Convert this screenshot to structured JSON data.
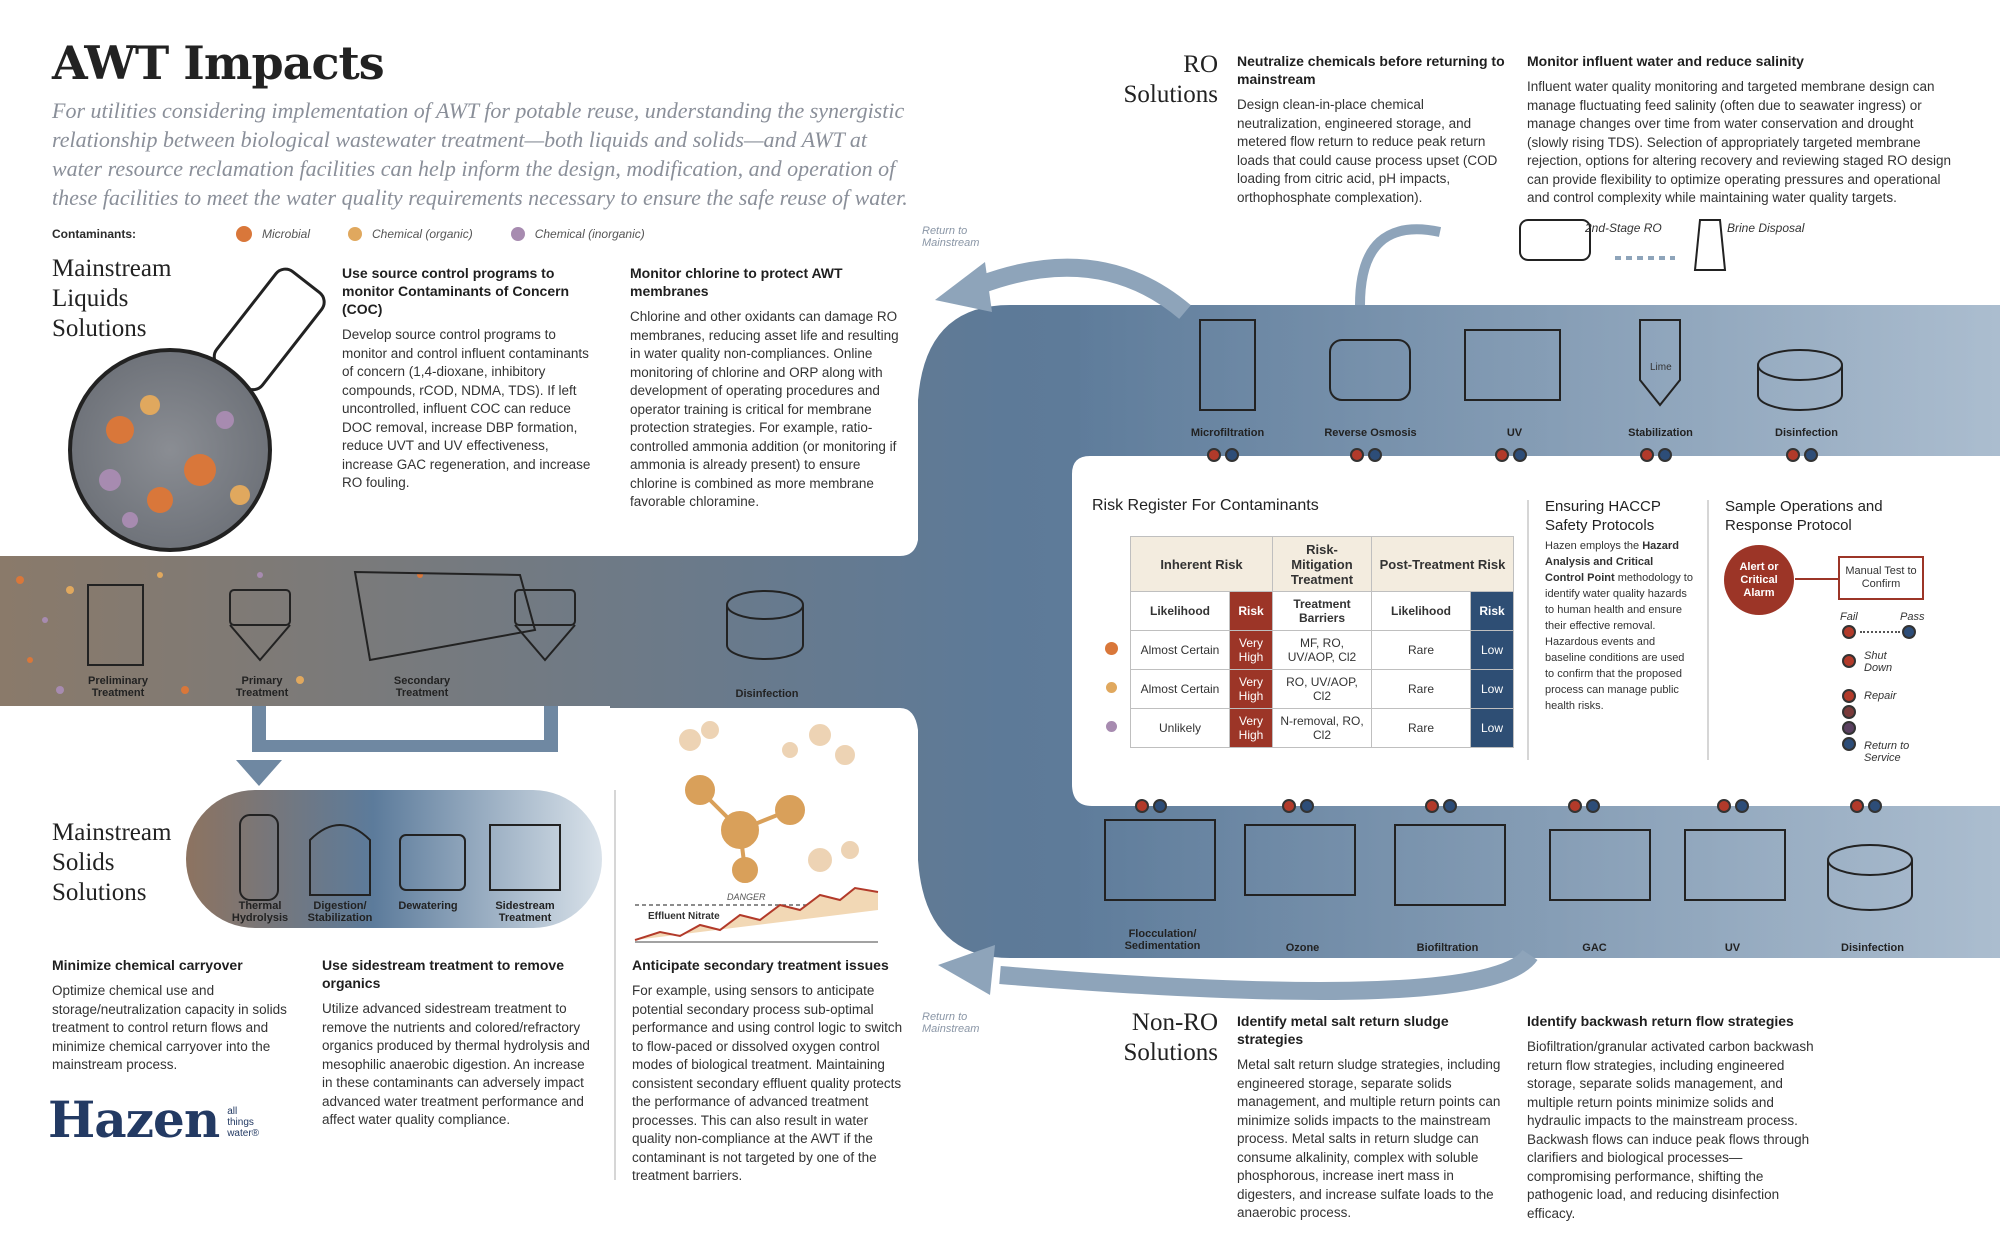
{
  "header": {
    "title": "AWT Impacts",
    "intro": "For utilities considering implementation of AWT for potable reuse, understanding the synergistic relationship between biological wastewater treatment—both liquids and solids—and AWT at water resource reclamation facilities can help inform the design, modification, and operation of these facilities to meet the water quality requirements necessary to ensure the safe reuse of water."
  },
  "legend": {
    "label": "Contaminants:",
    "microbial": "Microbial",
    "organic": "Chemical (organic)",
    "inorganic": "Chemical (inorganic)"
  },
  "colors": {
    "orange": "#d9773a",
    "tan": "#e0a85e",
    "purple": "#a78bb0",
    "navy": "#2e4e74",
    "red": "#9c3527",
    "steel": "#6a86a3"
  },
  "liquids": {
    "title_1": "Mainstream",
    "title_2": "Liquids",
    "title_3": "Solutions",
    "col1_head": "Use source control programs to monitor Contaminants of Concern (COC)",
    "col1_body": "Develop source control programs to monitor and control influent contaminants of concern (1,4-dioxane, inhibitory compounds, rCOD, NDMA, TDS). If left uncontrolled, influent COC can reduce DOC removal, increase DBP formation, reduce UVT and UV effectiveness, increase GAC regeneration, and increase RO fouling.",
    "col2_head": "Monitor chlorine to protect AWT membranes",
    "col2_body": "Chlorine and other oxidants can damage RO membranes, reducing asset life and resulting in water quality non-compliances. Online monitoring of chlorine and ORP along with development of operating procedures and operator training is critical for membrane protection strategies. For example, ratio-controlled ammonia addition (or monitoring if ammonia is already present) to ensure chlorine is combined as more membrane favorable chloramine."
  },
  "mainstream_steps": [
    "Preliminary Treatment",
    "Primary Treatment",
    "Secondary Treatment",
    "Disinfection"
  ],
  "solids": {
    "title_1": "Mainstream",
    "title_2": "Solids",
    "title_3": "Solutions",
    "steps": [
      "Thermal Hydrolysis",
      "Digestion/ Stabilization",
      "Dewatering",
      "Sidestream Treatment"
    ],
    "col1_head": "Minimize chemical carryover",
    "col1_body": "Optimize chemical use and storage/neutralization capacity in solids treatment to control return flows and minimize chemical carryover into the mainstream process.",
    "col2_head": "Use sidestream treatment to remove organics",
    "col2_body": "Utilize advanced sidestream treatment to remove the nutrients and colored/refractory organics produced by thermal hydrolysis and mesophilic anaerobic digestion. An increase in these contaminants can adversely impact advanced water treatment performance and affect water quality compliance.",
    "col3_head": "Anticipate secondary treatment issues",
    "col3_body": "For example, using sensors to anticipate potential secondary process sub-optimal performance and using control logic to switch to flow-paced or dissolved oxygen control modes of biological treatment. Maintaining consistent secondary effluent quality protects the performance of advanced treatment processes. This can also result in water quality non-compliance at the AWT if the contaminant is not targeted by one of the treatment barriers."
  },
  "chart": {
    "danger": "DANGER",
    "effluent": "Effluent Nitrate"
  },
  "return_label": "Return to Mainstream",
  "ro": {
    "title_1": "RO",
    "title_2": "Solutions",
    "col1_head": "Neutralize chemicals before returning to mainstream",
    "col1_body": "Design clean-in-place chemical neutralization, engineered storage, and metered flow return to reduce peak return loads that could cause process upset (COD loading from citric acid, pH impacts, orthophosphate complexation).",
    "col2_head": "Monitor influent water and reduce salinity",
    "col2_body": "Influent water quality monitoring and targeted membrane design can manage fluctuating feed salinity (often due to seawater ingress) or manage changes over time from water conservation and drought (slowly rising TDS). Selection of appropriately targeted membrane rejection, options for altering recovery and reviewing staged RO design can provide flexibility to optimize operating pressures and operational and control complexity while maintaining water quality targets.",
    "stage2": "2nd-Stage RO",
    "brine": "Brine Disposal",
    "steps": [
      "Microfiltration",
      "Reverse Osmosis",
      "UV",
      "Stabilization",
      "Disinfection"
    ],
    "lime": "Lime"
  },
  "risk": {
    "title": "Risk Register For Contaminants",
    "h_inherent": "Inherent Risk",
    "h_mitigation": "Risk-Mitigation Treatment",
    "h_post": "Post-Treatment Risk",
    "sub_likelihood": "Likelihood",
    "sub_risk": "Risk",
    "sub_barriers": "Treatment Barriers",
    "rows": [
      {
        "likelihood": "Almost Certain",
        "risk": "Very High",
        "barriers": "MF, RO, UV/AOP, Cl2",
        "post_likelihood": "Rare",
        "post_risk": "Low"
      },
      {
        "likelihood": "Almost Certain",
        "risk": "Very High",
        "barriers": "RO, UV/AOP, Cl2",
        "post_likelihood": "Rare",
        "post_risk": "Low"
      },
      {
        "likelihood": "Unlikely",
        "risk": "Very High",
        "barriers": "N-removal, RO, Cl2",
        "post_likelihood": "Rare",
        "post_risk": "Low"
      }
    ]
  },
  "haccp": {
    "title": "Ensuring HACCP Safety Protocols",
    "body_pre": "Hazen employs the",
    "body_bold": "Hazard Analysis and Critical Control Point",
    "body_post": "methodology to identify water quality hazards to human health and ensure their effective removal. Hazardous events and baseline conditions are used to confirm that the proposed process can manage public health risks."
  },
  "sop": {
    "title": "Sample Operations and Response Protocol",
    "alarm": "Alert or Critical Alarm",
    "manual": "Manual Test to Confirm",
    "fail": "Fail",
    "pass": "Pass",
    "shutdown": "Shut Down",
    "repair": "Repair",
    "return": "Return to Service"
  },
  "nonro": {
    "title_1": "Non-RO",
    "title_2": "Solutions",
    "steps": [
      "Flocculation/ Sedimentation",
      "Ozone",
      "Biofiltration",
      "GAC",
      "UV",
      "Disinfection"
    ],
    "col1_head": "Identify metal salt return sludge strategies",
    "col1_body": "Metal salt return sludge strategies, including engineered storage, separate solids management, and multiple return points can minimize solids impacts to the mainstream process. Metal salts in return sludge can consume alkalinity, complex with soluble phosphorous, increase inert mass in digesters, and increase sulfate loads to the anaerobic process.",
    "col2_head": "Identify backwash return flow strategies",
    "col2_body": "Biofiltration/granular activated carbon backwash return flow strategies, including engineered storage, separate solids management, and multiple return points minimize solids and hydraulic impacts to the mainstream process. Backwash flows can induce peak flows through clarifiers and biological processes—compromising performance, shifting the pathogenic load, and reducing disinfection efficacy."
  },
  "logo": {
    "name": "Hazen",
    "tag1": "all",
    "tag2": "things",
    "tag3": "water®"
  }
}
